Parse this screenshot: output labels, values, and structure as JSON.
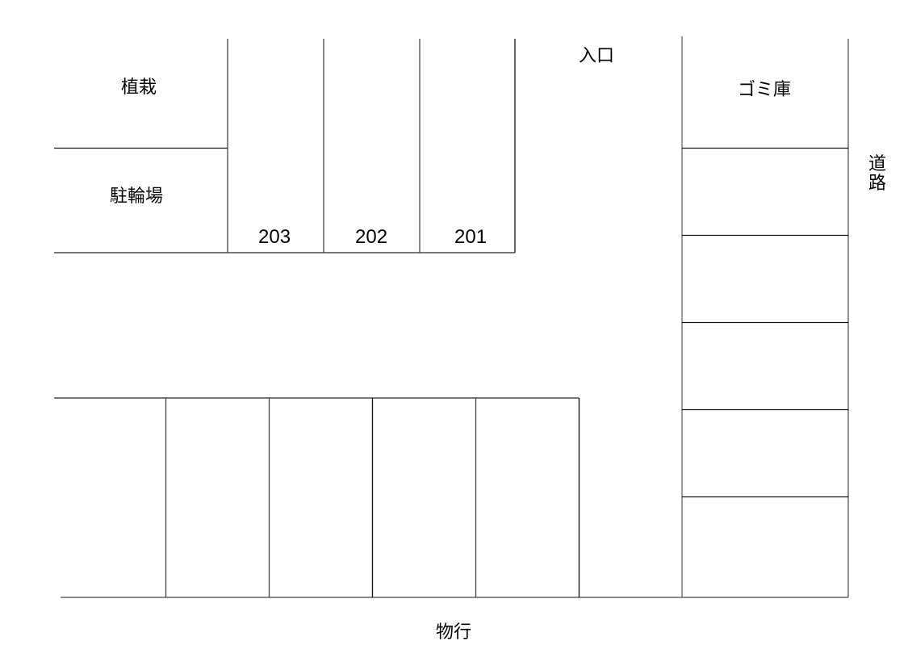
{
  "diagram": {
    "type": "parking-and-site-layout",
    "labels": {
      "planting": "植栽",
      "bicycle_parking": "駐輪場",
      "entrance": "入口",
      "garbage_store": "ゴミ庫",
      "road": "道路",
      "storage": "物行"
    },
    "units": [
      {
        "label": "203"
      },
      {
        "label": "202"
      },
      {
        "label": "201"
      }
    ],
    "parking_bottom_row_count": 5,
    "parking_right_column_count": 5,
    "colors": {
      "line_dark": "#111111",
      "line_gray": "#666666",
      "background": "#ffffff",
      "text": "#000000"
    }
  }
}
